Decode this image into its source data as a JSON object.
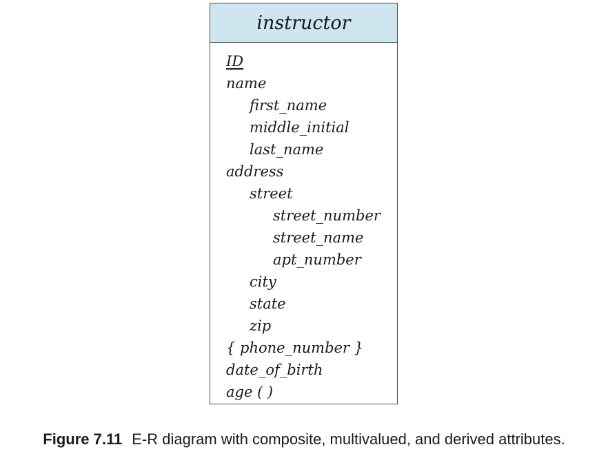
{
  "entity": {
    "name": "instructor",
    "attributes": [
      {
        "label": "ID",
        "level": 0,
        "primary_key": true
      },
      {
        "label": "name",
        "level": 0
      },
      {
        "label": "first_name",
        "level": 1
      },
      {
        "label": "middle_initial",
        "level": 1
      },
      {
        "label": "last_name",
        "level": 1
      },
      {
        "label": "address",
        "level": 0
      },
      {
        "label": "street",
        "level": 1
      },
      {
        "label": "street_number",
        "level": 2
      },
      {
        "label": "street_name",
        "level": 2
      },
      {
        "label": "apt_number",
        "level": 2
      },
      {
        "label": "city",
        "level": 1
      },
      {
        "label": "state",
        "level": 1
      },
      {
        "label": "zip",
        "level": 1
      },
      {
        "label": "{ phone_number }",
        "level": 0
      },
      {
        "label": "date_of_birth",
        "level": 0
      },
      {
        "label": "age ( )",
        "level": 0
      }
    ]
  },
  "caption": {
    "label": "Figure 7.11",
    "text": "E-R diagram with composite, multivalued, and derived attributes."
  },
  "colors": {
    "header_fill": "#cfe6f1",
    "border": "#4a4a4a",
    "text": "#1a1a1a"
  }
}
